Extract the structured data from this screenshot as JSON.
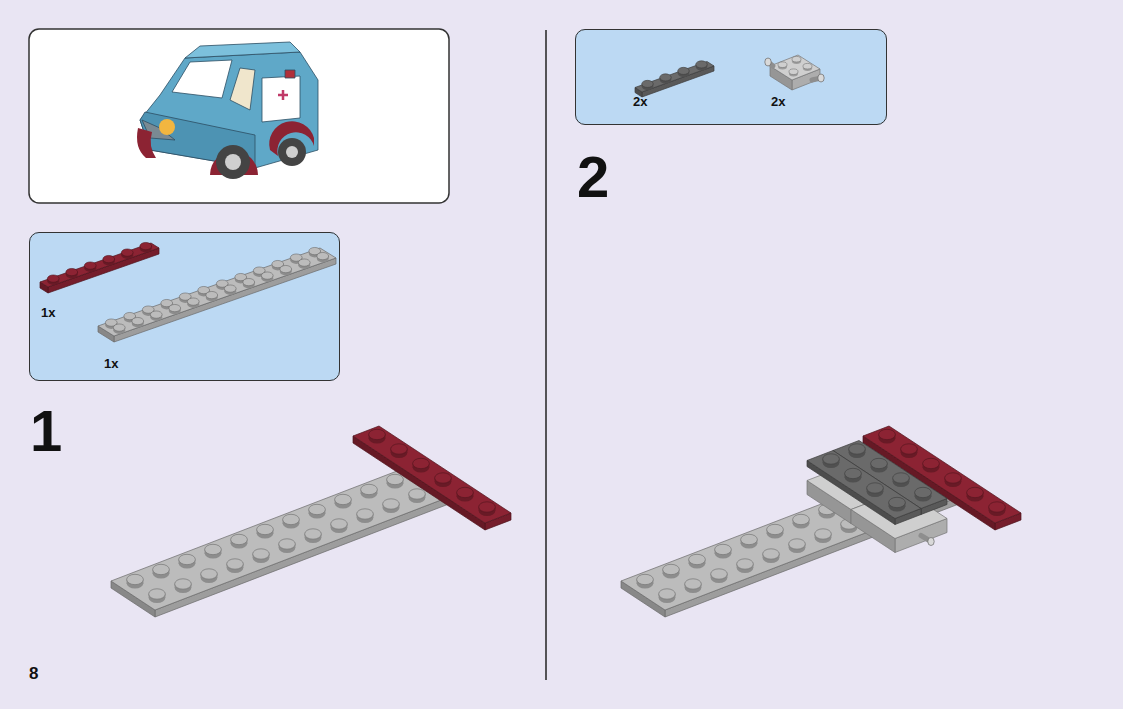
{
  "diagram": {
    "nodes": [
      {
        "text": [
          "1x",
          "1x"
        ]
      },
      {
        "text": [
          "2x",
          "2x"
        ]
      }
    ],
    "labels": [
      "1",
      "2",
      "8"
    ]
  }
}
